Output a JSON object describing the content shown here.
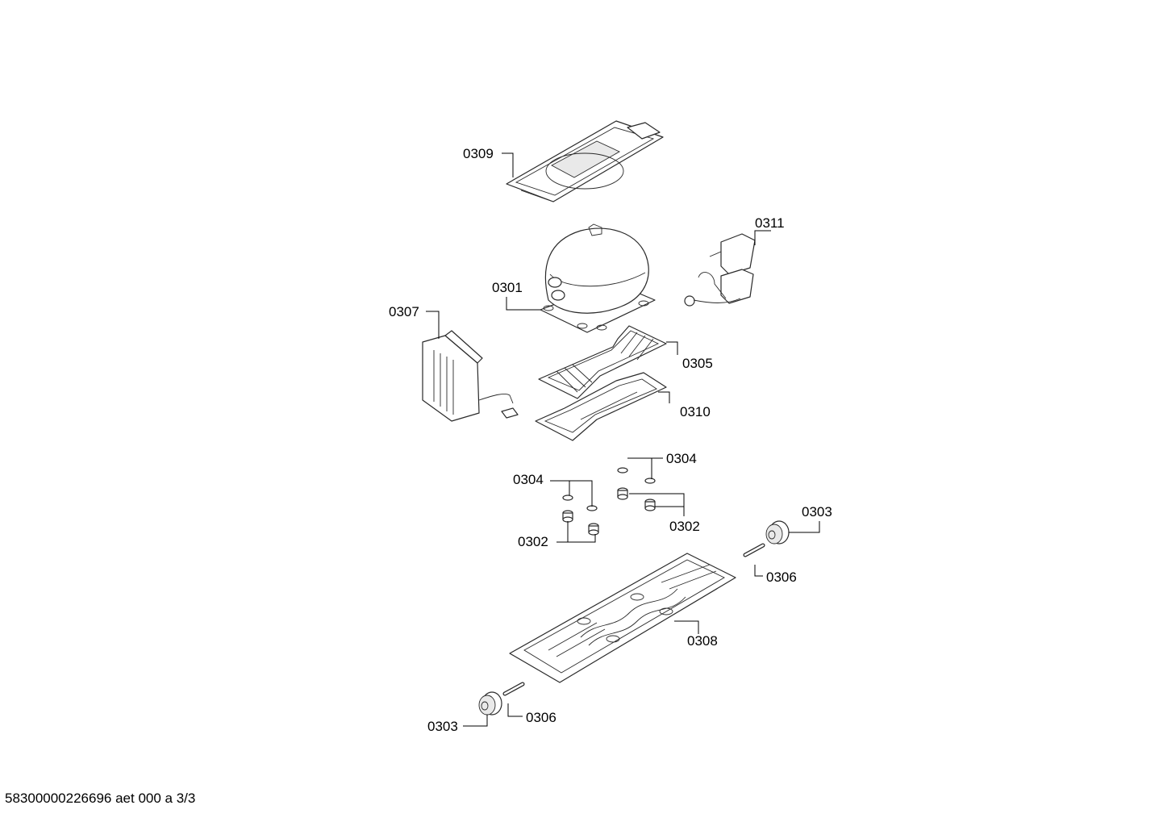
{
  "footer": {
    "doc_code": "58300000226696 aet 000 a 3/3"
  },
  "callouts": [
    {
      "id": "p0309",
      "label": "0309"
    },
    {
      "id": "p0311",
      "label": "0311"
    },
    {
      "id": "p0301",
      "label": "0301"
    },
    {
      "id": "p0307",
      "label": "0307"
    },
    {
      "id": "p0305",
      "label": "0305"
    },
    {
      "id": "p0310",
      "label": "0310"
    },
    {
      "id": "p0304a",
      "label": "0304"
    },
    {
      "id": "p0304b",
      "label": "0304"
    },
    {
      "id": "p0303a",
      "label": "0303"
    },
    {
      "id": "p0302a",
      "label": "0302"
    },
    {
      "id": "p0302b",
      "label": "0302"
    },
    {
      "id": "p0306a",
      "label": "0306"
    },
    {
      "id": "p0308",
      "label": "0308"
    },
    {
      "id": "p0306b",
      "label": "0306"
    },
    {
      "id": "p0303b",
      "label": "0303"
    }
  ]
}
